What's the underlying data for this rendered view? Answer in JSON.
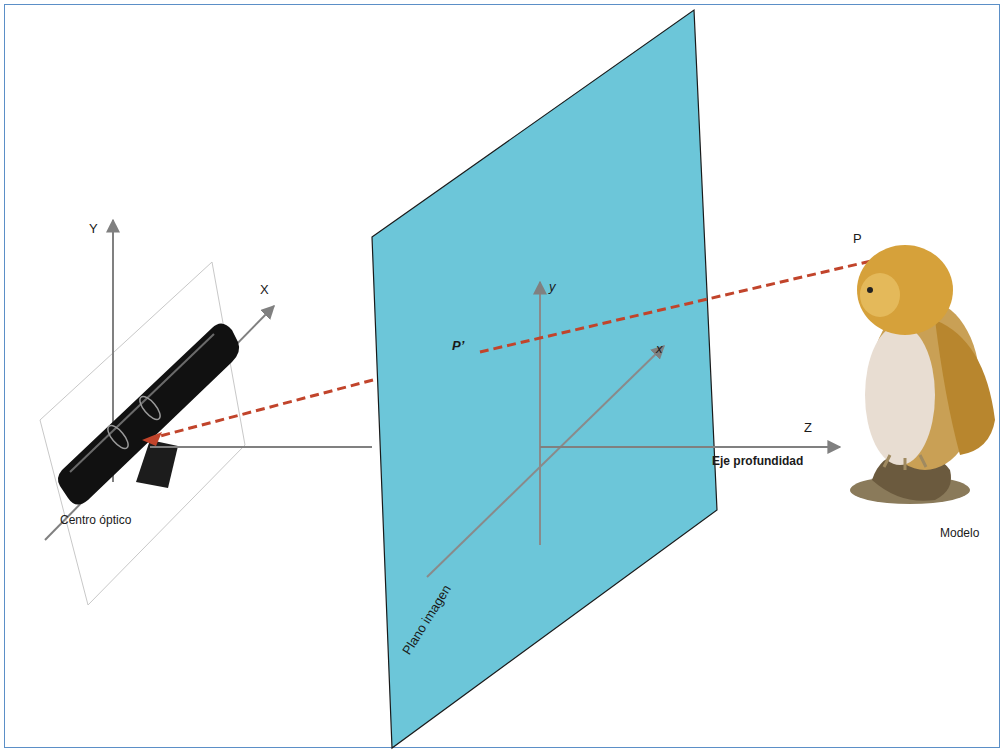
{
  "diagram": {
    "labels": [
      "Y",
      "X",
      "Centro óptico",
      "y",
      "x",
      "P’",
      "P",
      "Z",
      "Eje profundidad",
      "Modelo",
      "Plano imagen"
    ]
  }
}
